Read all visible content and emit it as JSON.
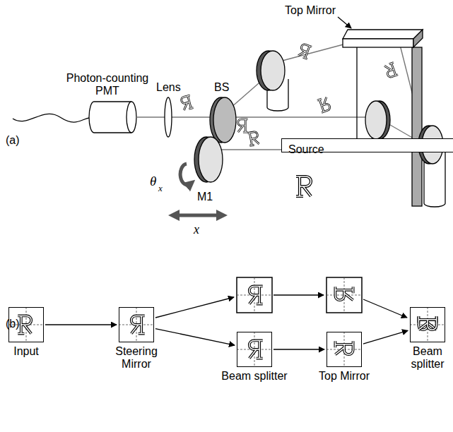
{
  "diagram": {
    "nodes": [
      {
        "text": [
          "Source"
        ]
      },
      {
        "text": [
          "Input"
        ]
      },
      {
        "text": [
          "Steering Mirror"
        ]
      },
      {
        "text": [
          "Beam splitter"
        ]
      },
      {
        "text": [
          "Top Mirror"
        ]
      },
      {
        "text": [
          "Beam splitter"
        ]
      }
    ],
    "edges": [
      {
        "from": 1,
        "to": 2,
        "arrow": "to"
      },
      {
        "from": 2,
        "to": 3,
        "arrow": "to"
      },
      {
        "from": 3,
        "to": 4,
        "arrow": "to"
      },
      {
        "from": 4,
        "to": 5,
        "arrow": "to"
      }
    ],
    "labels": [
      "Top Mirror",
      "Photon-counting PMT",
      "Lens",
      "BS",
      "(a)",
      "θ",
      "x",
      "M1",
      "x",
      "(b)"
    ]
  }
}
